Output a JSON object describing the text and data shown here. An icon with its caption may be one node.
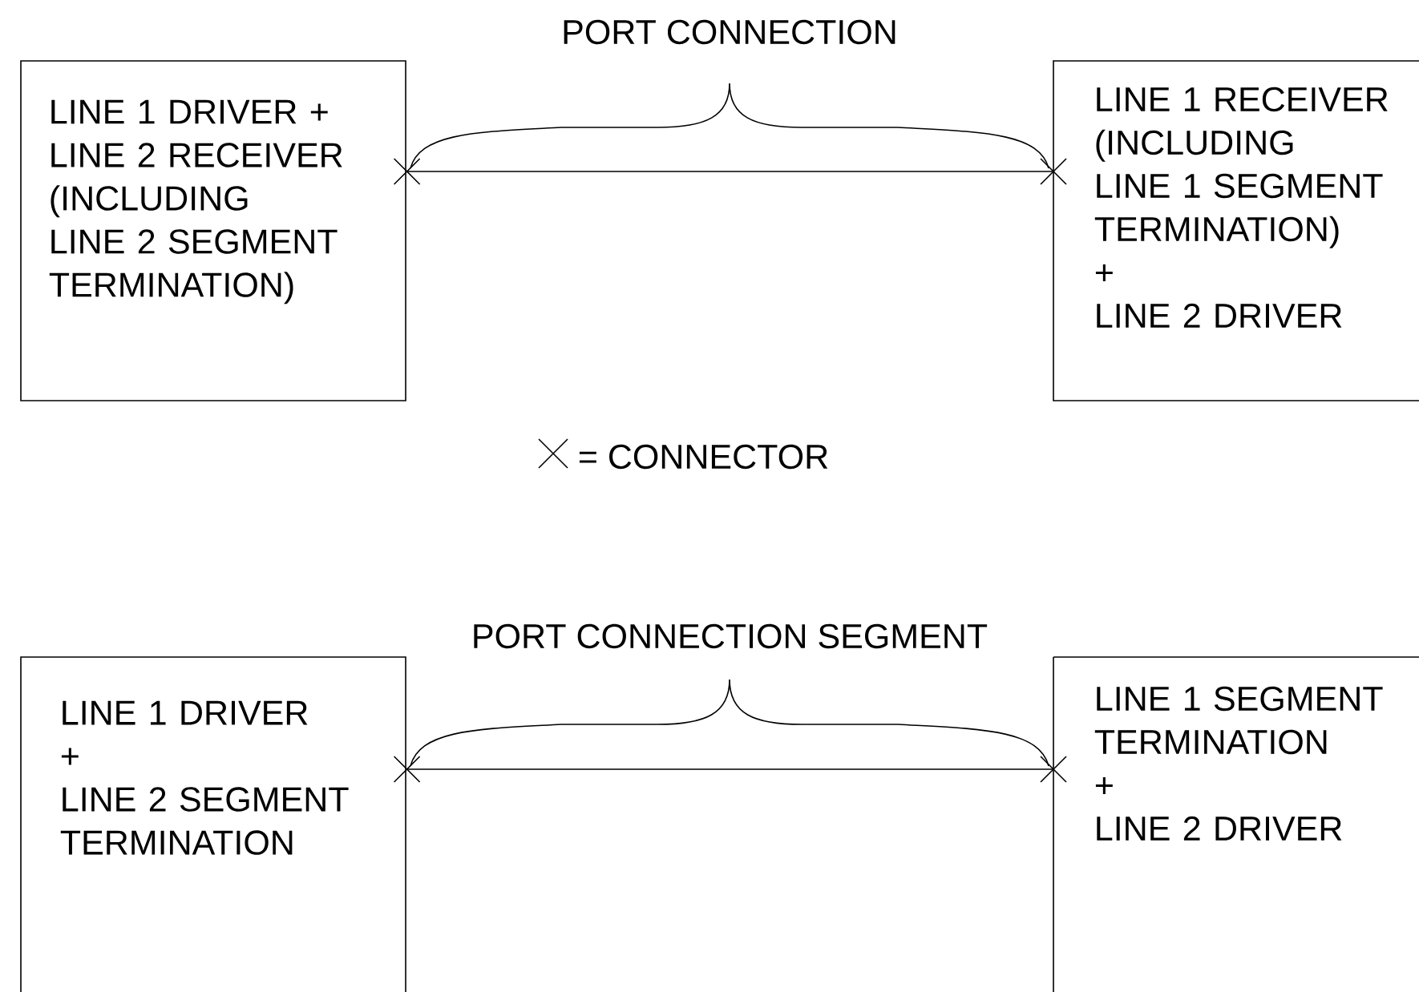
{
  "diagram": {
    "nodes": [
      {
        "text": [
          "LINE 1 DRIVER + LINE 2 RECEIVER (INCLUDING LINE 2 SEGMENT TERMINATION)"
        ]
      },
      {
        "text": [
          "LINE 1 RECEIVER (INCLUDING LINE 1 SEGMENT TERMINATION)",
          "+",
          "LINE 2 DRIVER"
        ]
      },
      {
        "text": [
          "LINE 1 DRIVER",
          "+",
          "LINE 2 SEGMENT TERMINATION"
        ]
      },
      {
        "text": [
          "LINE 1 SEGMENT TERMINATION",
          "+",
          "LINE 2 DRIVER"
        ]
      }
    ],
    "edges": [
      {
        "from": 0,
        "to": 1,
        "arrow": "none"
      },
      {
        "from": 2,
        "to": 3,
        "arrow": "none"
      }
    ],
    "labels": [
      "PORT CONNECTION",
      "PORT CONNECTION SEGMENT"
    ],
    "legend": [
      {
        "text": "= CONNECTOR"
      }
    ]
  }
}
